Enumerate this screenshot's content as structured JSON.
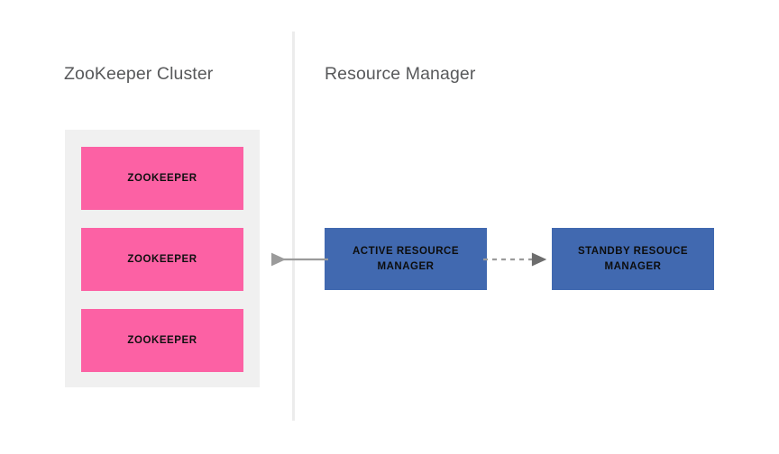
{
  "diagram": {
    "sections": [
      {
        "id": "zookeeper-cluster",
        "title": "ZooKeeper Cluster"
      },
      {
        "id": "resource-manager",
        "title": "Resource Manager"
      }
    ],
    "zookeeper_cluster": {
      "nodes": [
        {
          "label": "ZOOKEEPER"
        },
        {
          "label": "ZOOKEEPER"
        },
        {
          "label": "ZOOKEEPER"
        }
      ]
    },
    "resource_managers": [
      {
        "id": "active",
        "label": "ACTIVE RESOURCE MANAGER"
      },
      {
        "id": "standby",
        "label": "STANDBY RESOUCE MANAGER"
      }
    ],
    "connectors": [
      {
        "id": "active-rm-to-zookeeper",
        "style": "solid",
        "direction": "left",
        "from": "ACTIVE RESOURCE MANAGER",
        "to": "ZOOKEEPER"
      },
      {
        "id": "active-rm-to-standby-rm",
        "style": "dashed",
        "direction": "right",
        "from": "ACTIVE RESOURCE MANAGER",
        "to": "STANDBY RESOUCE MANAGER"
      }
    ],
    "colors": {
      "zookeeper_fill": "#fc61a4",
      "resource_manager_fill": "#4169b0",
      "group_background": "#f0f0f0",
      "divider": "#ececec",
      "connector": "#9b9b9b",
      "title_text": "#58595b",
      "box_text": "#101010",
      "page_background": "#ffffff"
    }
  }
}
